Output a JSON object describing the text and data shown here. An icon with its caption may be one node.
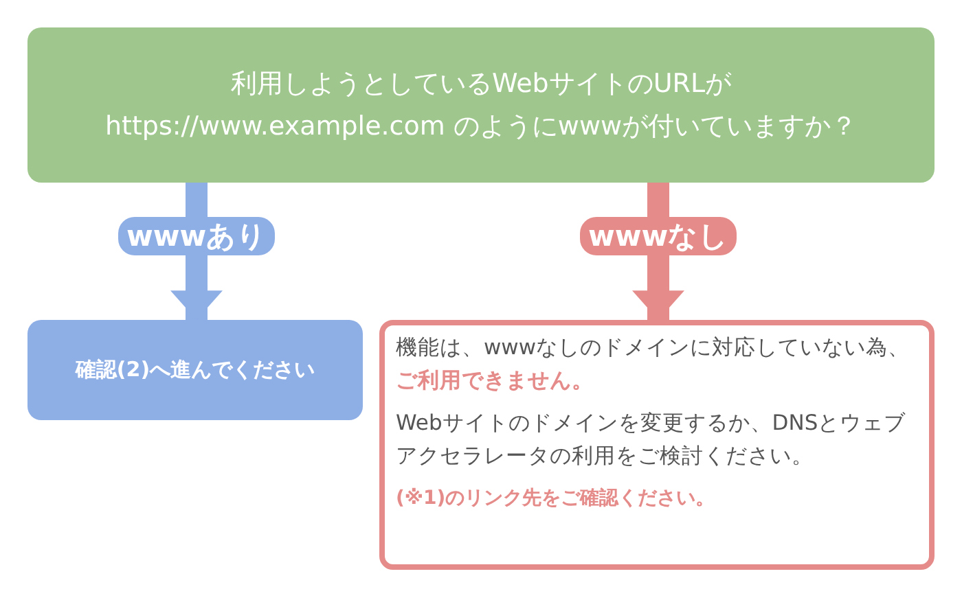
{
  "diagram": {
    "nodes": [
      {
        "text": [
          "利用しようとしているWebサイトのURLが https://www.example.com のようにwwwが付いていますか？"
        ]
      },
      {
        "text": [
          "確認(2)へ進んでください"
        ]
      },
      {
        "text": [
          "機能は、wwwなしのドメインに対応していない為、**ご利用できません。**",
          "Webサイトのドメインを変更するか、DNSとウェブアクセラレータの利用をご検討ください。",
          "(※1)のリンク先をご確認ください。"
        ]
      }
    ],
    "edges": [
      {
        "from": 0,
        "to": 1,
        "arrow": "to",
        "label": "wwwあり",
        "color": "#8eaee6"
      },
      {
        "from": 0,
        "to": 2,
        "arrow": "to",
        "label": "wwwなし",
        "color": "#e58c8a"
      }
    ]
  }
}
